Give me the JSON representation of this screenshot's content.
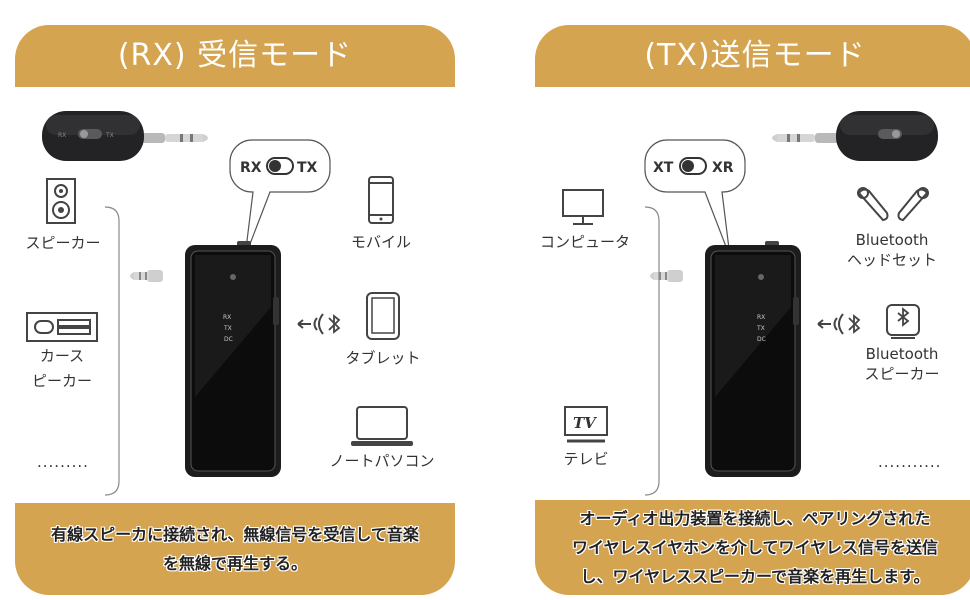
{
  "left_panel": {
    "title": "(RX) 受信モード",
    "switch_left": "RX",
    "switch_right": "TX",
    "device_labels": [
      "RX",
      "TX",
      "DC"
    ],
    "left_items": [
      {
        "icon": "speaker-icon",
        "label": "スピーカー"
      },
      {
        "icon": "car-stereo-icon",
        "label_line1": "カース",
        "label_line2": "ピーカー"
      }
    ],
    "left_more": ".........",
    "right_items": [
      {
        "icon": "mobile-phone-icon",
        "label": "モバイル"
      },
      {
        "icon": "tablet-icon",
        "label": "タブレット"
      },
      {
        "icon": "laptop-icon",
        "label": "ノートパソコン"
      }
    ],
    "description_line1": "有線スピーカに接続され、無線信号を受信して音楽",
    "description_line2": "を無線で再生する。"
  },
  "right_panel": {
    "title": "(TX)送信モード",
    "switch_left": "XT",
    "switch_right": "XR",
    "device_labels": [
      "RX",
      "TX",
      "DC"
    ],
    "left_items": [
      {
        "icon": "monitor-icon",
        "label": "コンピュータ"
      },
      {
        "icon": "tv-icon",
        "label": "テレビ",
        "screen_text": "TV"
      }
    ],
    "right_items": [
      {
        "icon": "bluetooth-headset-icon",
        "label_line1": "Bluetooth",
        "label_line2": "ヘッドセット"
      },
      {
        "icon": "bluetooth-speaker-icon",
        "label_line1": "Bluetooth",
        "label_line2": "スピーカー"
      }
    ],
    "right_more": "...........",
    "description_line1": "オーディオ出力装置を接続し、ペアリングされた",
    "description_line2": "ワイヤレスイヤホンを介してワイヤレス信号を送信",
    "description_line3": "し、ワイヤレススピーカーで音楽を再生します。"
  },
  "colors": {
    "accent_gold": "#d5a450",
    "device_black": "#1c1c1e",
    "icon_stroke": "#444444"
  }
}
